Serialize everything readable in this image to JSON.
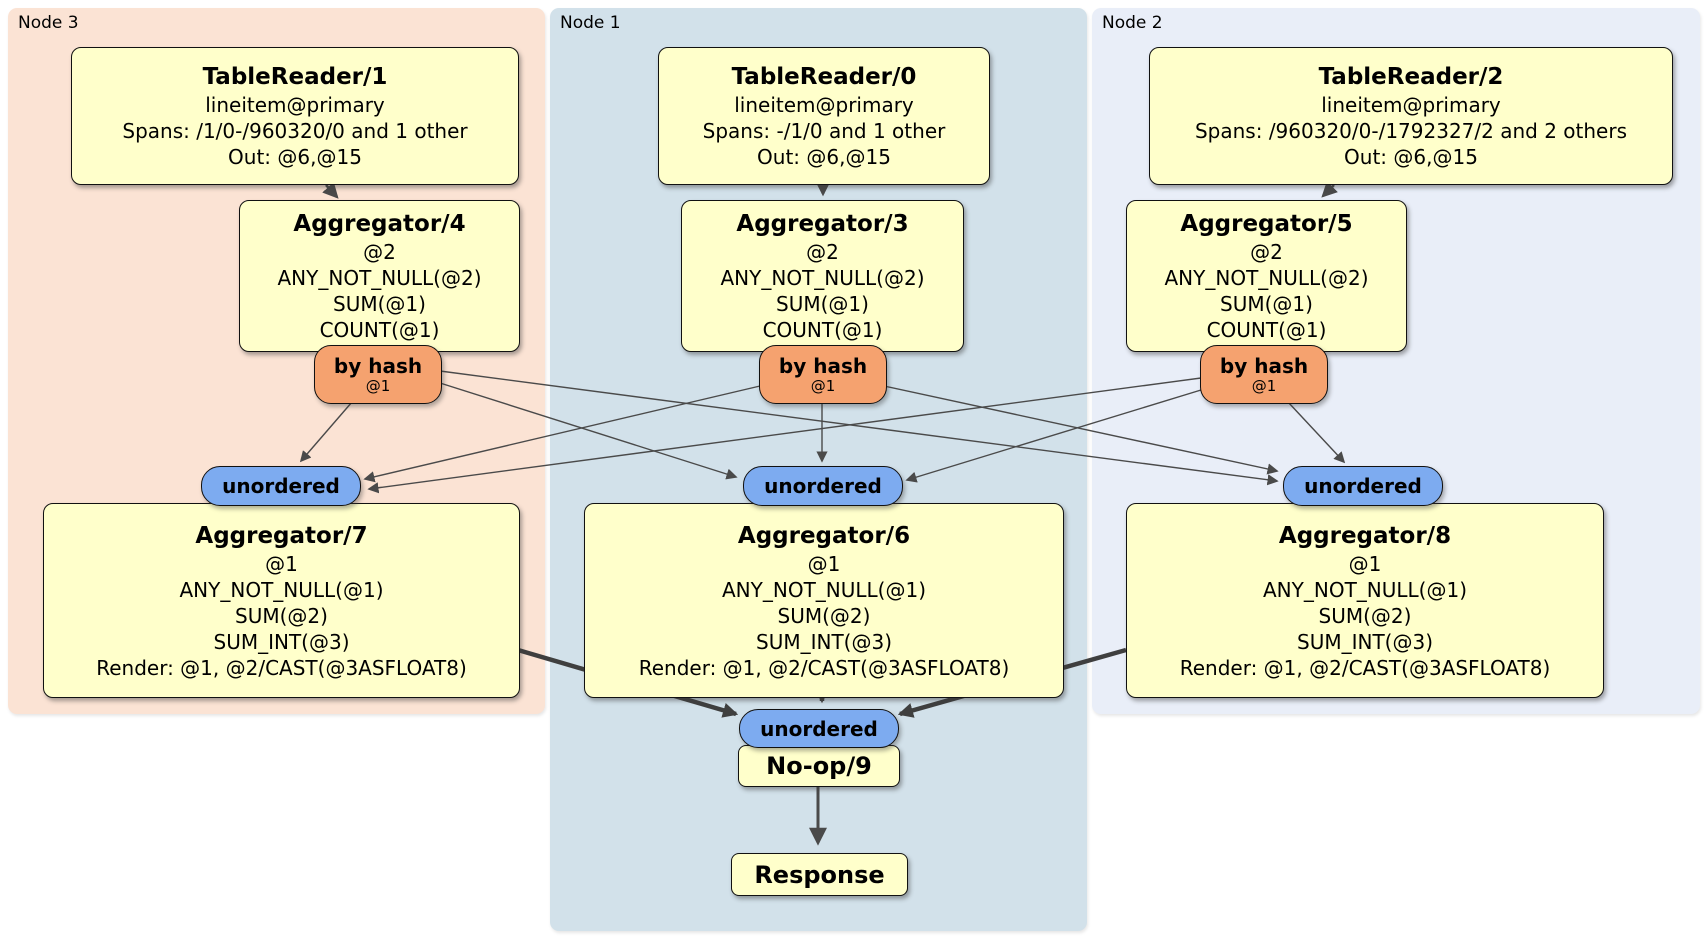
{
  "groups": {
    "node3": {
      "label": "Node 3"
    },
    "node1": {
      "label": "Node 1"
    },
    "node2": {
      "label": "Node 2"
    }
  },
  "boxes": {
    "tr1": {
      "title": "TableReader/1",
      "lines": [
        "lineitem@primary",
        "Spans: /1/0-/960320/0 and 1 other",
        "Out: @6,@15"
      ]
    },
    "tr0": {
      "title": "TableReader/0",
      "lines": [
        "lineitem@primary",
        "Spans: -/1/0 and 1 other",
        "Out: @6,@15"
      ]
    },
    "tr2": {
      "title": "TableReader/2",
      "lines": [
        "lineitem@primary",
        "Spans: /960320/0-/1792327/2 and 2 others",
        "Out: @6,@15"
      ]
    },
    "agg4": {
      "title": "Aggregator/4",
      "lines": [
        "@2",
        "ANY_NOT_NULL(@2)",
        "SUM(@1)",
        "COUNT(@1)"
      ]
    },
    "agg3": {
      "title": "Aggregator/3",
      "lines": [
        "@2",
        "ANY_NOT_NULL(@2)",
        "SUM(@1)",
        "COUNT(@1)"
      ]
    },
    "agg5": {
      "title": "Aggregator/5",
      "lines": [
        "@2",
        "ANY_NOT_NULL(@2)",
        "SUM(@1)",
        "COUNT(@1)"
      ]
    },
    "agg7": {
      "title": "Aggregator/7",
      "lines": [
        "@1",
        "ANY_NOT_NULL(@1)",
        "SUM(@2)",
        "SUM_INT(@3)",
        "Render: @1, @2/CAST(@3ASFLOAT8)"
      ]
    },
    "agg6": {
      "title": "Aggregator/6",
      "lines": [
        "@1",
        "ANY_NOT_NULL(@1)",
        "SUM(@2)",
        "SUM_INT(@3)",
        "Render: @1, @2/CAST(@3ASFLOAT8)"
      ]
    },
    "agg8": {
      "title": "Aggregator/8",
      "lines": [
        "@1",
        "ANY_NOT_NULL(@1)",
        "SUM(@2)",
        "SUM_INT(@3)",
        "Render: @1, @2/CAST(@3ASFLOAT8)"
      ]
    },
    "noop": {
      "title": "No-op/9"
    },
    "response": {
      "title": "Response"
    }
  },
  "badges": {
    "by_hash_label": "by hash",
    "by_hash_detail": "@1",
    "unordered_label": "unordered"
  },
  "colors": {
    "node3_bg": "#fbe3d4",
    "node1_bg": "#d2e1ea",
    "node2_bg": "#e9eef8",
    "box_bg": "#ffffcb",
    "router_badge_bg": "#f5a26f",
    "stream_badge_bg": "#7dabf0",
    "edge": "#4a4a4a"
  }
}
